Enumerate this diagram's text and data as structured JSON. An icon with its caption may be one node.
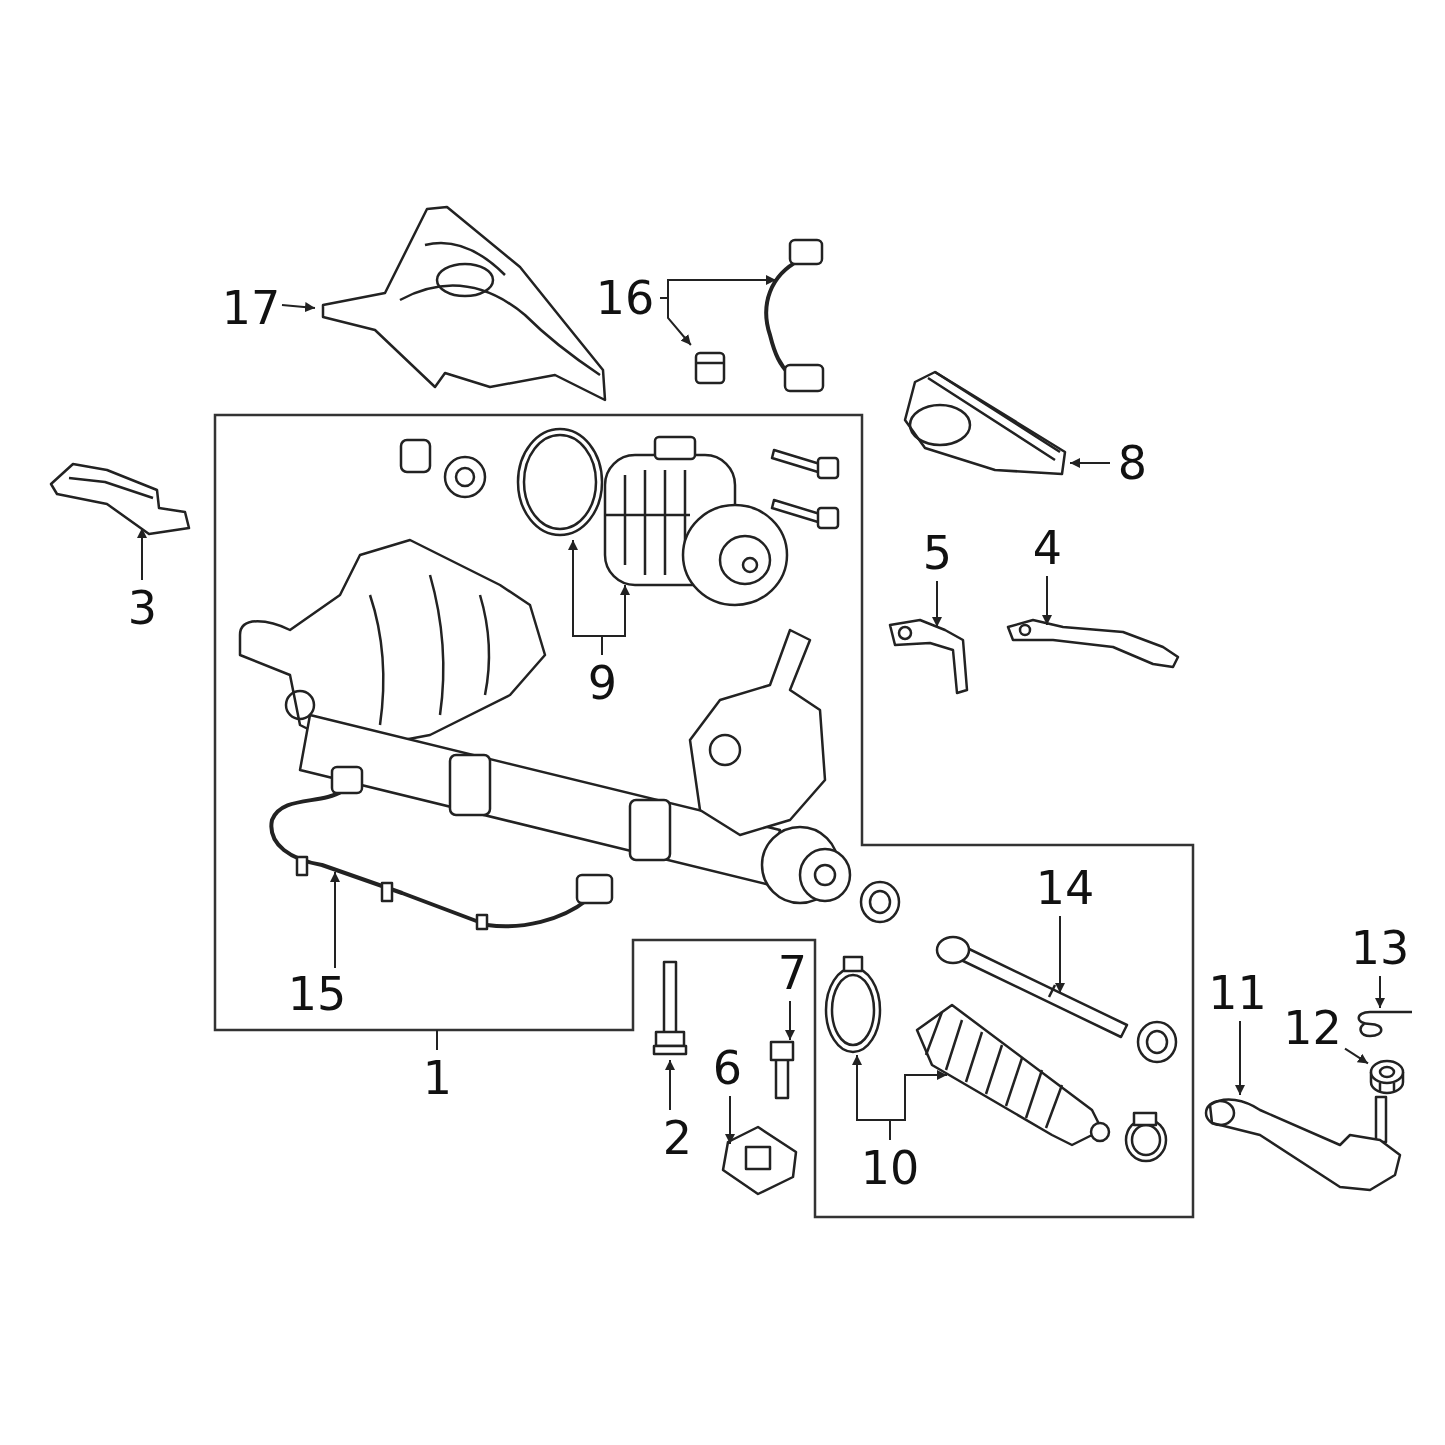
{
  "diagram": {
    "nodes": [
      {
        "text": [
          "17"
        ]
      },
      {
        "text": [],
        "shape": "picture"
      },
      {
        "text": [
          "16"
        ]
      },
      {
        "text": [],
        "shape": "picture"
      },
      {
        "text": [],
        "shape": "picture"
      },
      {
        "text": [
          "8"
        ]
      },
      {
        "text": [],
        "shape": "picture"
      },
      {
        "text": [
          "3"
        ]
      },
      {
        "text": [],
        "shape": "picture"
      },
      {
        "text": [],
        "shape": "box"
      },
      {
        "text": [],
        "shape": "picture",
        "in": 9
      },
      {
        "text": [],
        "shape": "picture",
        "in": 9
      },
      {
        "text": [
          "9"
        ],
        "in": 9
      },
      {
        "text": [
          "5"
        ]
      },
      {
        "text": [],
        "shape": "picture"
      },
      {
        "text": [
          "4"
        ]
      },
      {
        "text": [],
        "shape": "picture"
      },
      {
        "text": [
          "15"
        ],
        "in": 9
      },
      {
        "text": [],
        "shape": "picture",
        "in": 9
      },
      {
        "text": [
          "14"
        ],
        "in": 9
      },
      {
        "text": [],
        "shape": "picture",
        "in": 9
      },
      {
        "text": [
          "13"
        ]
      },
      {
        "text": [],
        "shape": "picture"
      },
      {
        "text": [
          "11"
        ]
      },
      {
        "text": [],
        "shape": "picture"
      },
      {
        "text": [
          "12"
        ]
      },
      {
        "text": [],
        "shape": "picture"
      },
      {
        "text": [
          "10"
        ],
        "in": 9
      },
      {
        "text": [],
        "shape": "picture",
        "in": 9
      },
      {
        "text": [],
        "shape": "picture",
        "in": 9
      },
      {
        "text": [
          "7"
        ]
      },
      {
        "text": [],
        "shape": "picture"
      },
      {
        "text": [
          "1"
        ]
      },
      {
        "text": [
          "6"
        ]
      },
      {
        "text": [],
        "shape": "picture"
      },
      {
        "text": [
          "2"
        ]
      },
      {
        "text": [],
        "shape": "picture"
      }
    ],
    "edges": [
      {
        "from": 0,
        "to": 1,
        "arrow": "to"
      },
      {
        "from": 2,
        "to": 3,
        "arrow": "to"
      },
      {
        "from": 2,
        "to": 4,
        "arrow": "to"
      },
      {
        "from": 5,
        "to": 6,
        "arrow": "to"
      },
      {
        "from": 7,
        "to": 8,
        "arrow": "to"
      },
      {
        "from": 12,
        "to": 10,
        "arrow": "to"
      },
      {
        "from": 12,
        "to": 11,
        "arrow": "to"
      },
      {
        "from": 13,
        "to": 14,
        "arrow": "to"
      },
      {
        "from": 15,
        "to": 16,
        "arrow": "to"
      },
      {
        "from": 17,
        "to": 18,
        "arrow": "to"
      },
      {
        "from": 19,
        "to": 20,
        "arrow": "to"
      },
      {
        "from": 21,
        "to": 22,
        "arrow": "to"
      },
      {
        "from": 23,
        "to": 24,
        "arrow": "to"
      },
      {
        "from": 25,
        "to": 26,
        "arrow": "to"
      },
      {
        "from": 27,
        "to": 28,
        "arrow": "to"
      },
      {
        "from": 27,
        "to": 29,
        "arrow": "to"
      },
      {
        "from": 30,
        "to": 31,
        "arrow": "to"
      },
      {
        "from": 32,
        "to": 9,
        "arrow": "none"
      },
      {
        "from": 33,
        "to": 34,
        "arrow": "to"
      },
      {
        "from": 35,
        "to": 36,
        "arrow": "to"
      }
    ]
  }
}
